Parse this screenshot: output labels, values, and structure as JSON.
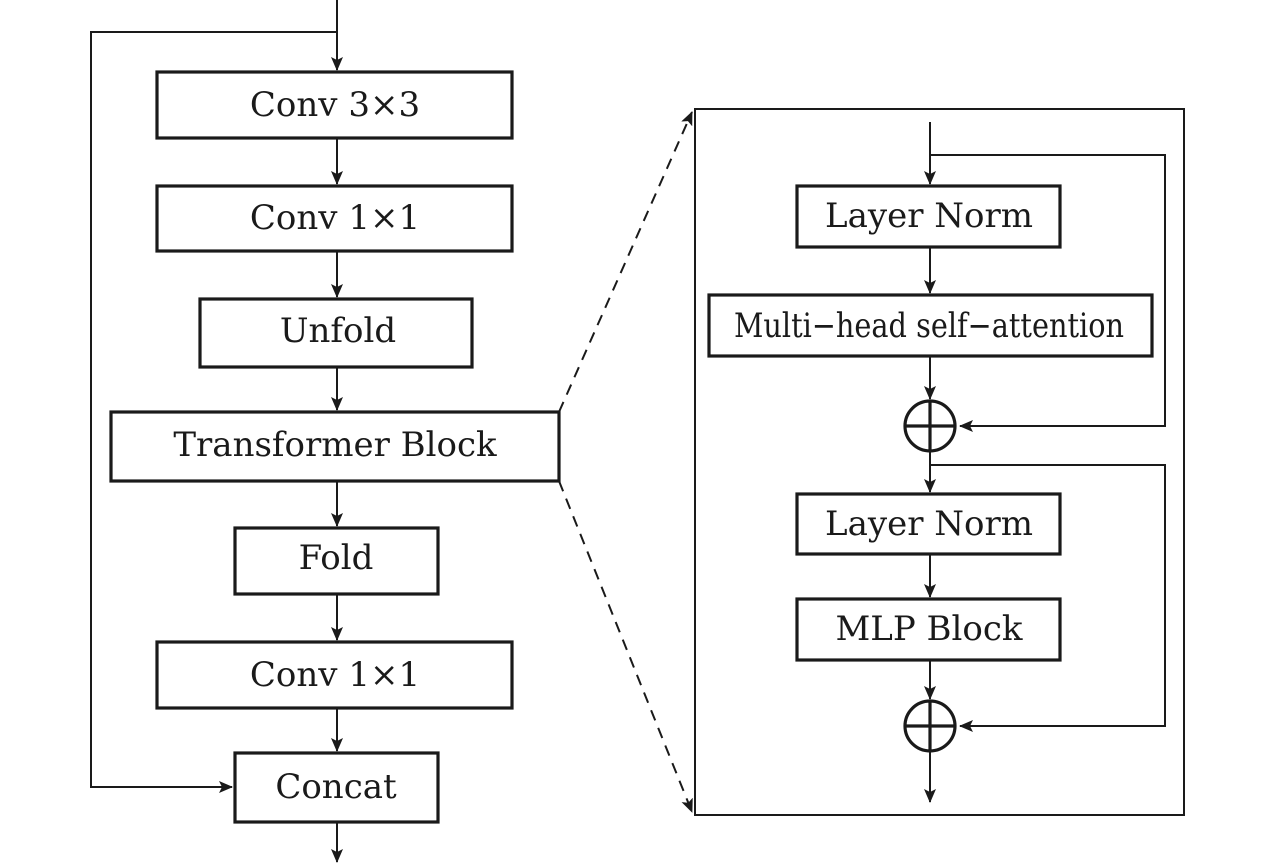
{
  "left_pipeline": {
    "conv3x3": "Conv 3×3",
    "conv1x1_a": "Conv 1×1",
    "unfold": "Unfold",
    "transformer_block": "Transformer Block",
    "fold": "Fold",
    "conv1x1_b": "Conv 1×1",
    "concat": "Concat"
  },
  "transformer_detail": {
    "layer_norm_1": "Layer Norm",
    "mhsa": "Multi−head self−attention",
    "layer_norm_2": "Layer Norm",
    "mlp_block": "MLP Block"
  },
  "colors": {
    "stroke": "#1a1a1a",
    "background": "#ffffff"
  }
}
